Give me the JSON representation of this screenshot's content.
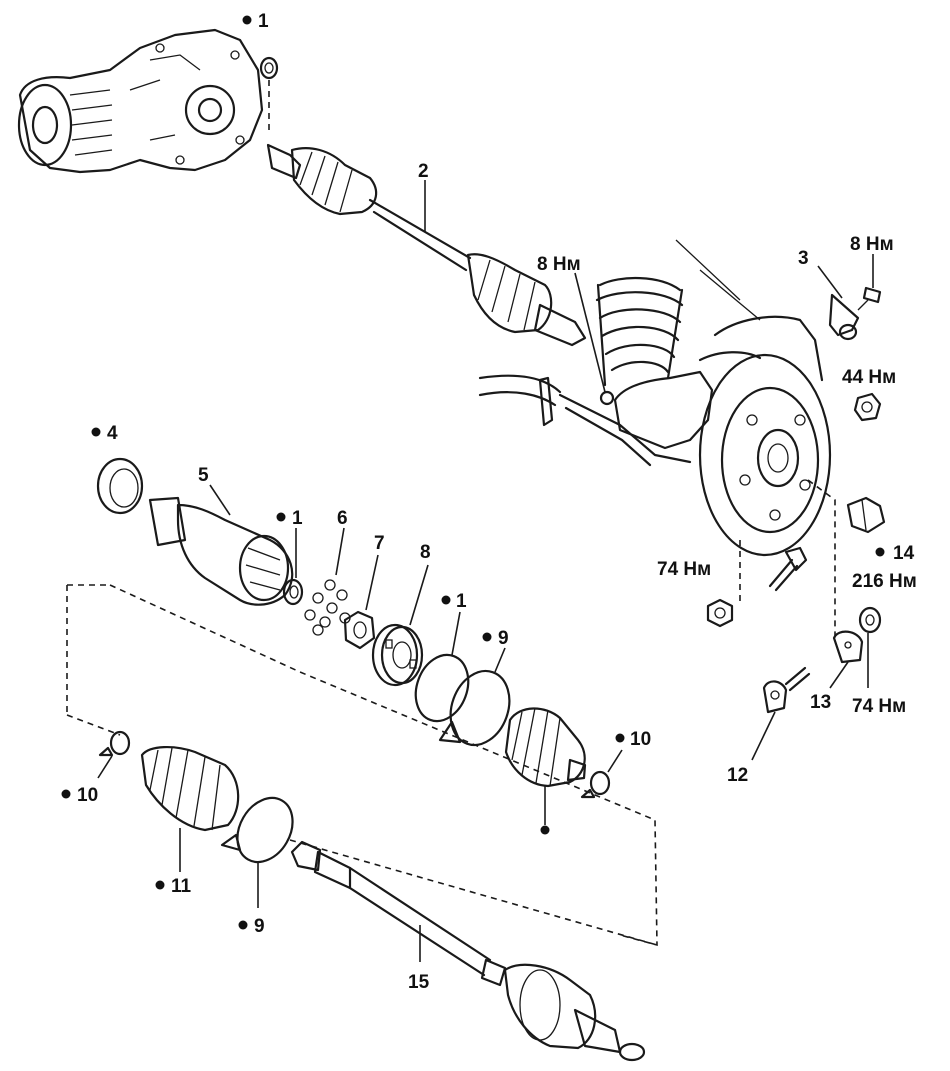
{
  "callouts": {
    "c1_top": "1",
    "c2": "2",
    "c3": "3",
    "c4": "4",
    "c5": "5",
    "c1_mid": "1",
    "c6": "6",
    "c7": "7",
    "c8": "8",
    "c1_ring": "1",
    "c9_upper": "9",
    "c10_right": "10",
    "c10_left": "10",
    "c11": "11",
    "c9_lower": "9",
    "c12": "12",
    "c13": "13",
    "c14": "14",
    "c15": "15"
  },
  "torques": {
    "t_8nm_left": "8 Нм",
    "t_8nm_right": "8 Нм",
    "t_44nm": "44 Нм",
    "t_74nm_left": "74 Нм",
    "t_216nm": "216 Нм",
    "t_74nm_right": "74 Нм"
  },
  "colors": {
    "ink": "#1a1a1a",
    "paper": "#ffffff"
  }
}
